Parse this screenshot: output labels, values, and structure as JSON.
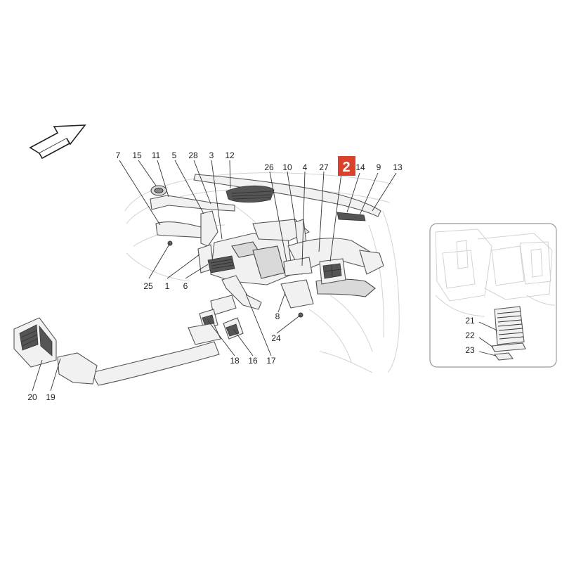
{
  "callouts": [
    {
      "id": "c7",
      "text": "7"
    },
    {
      "id": "c15",
      "text": "15"
    },
    {
      "id": "c11",
      "text": "11"
    },
    {
      "id": "c5",
      "text": "5"
    },
    {
      "id": "c28",
      "text": "28"
    },
    {
      "id": "c3",
      "text": "3"
    },
    {
      "id": "c12",
      "text": "12"
    },
    {
      "id": "c26",
      "text": "26"
    },
    {
      "id": "c10",
      "text": "10"
    },
    {
      "id": "c4",
      "text": "4"
    },
    {
      "id": "c27",
      "text": "27"
    },
    {
      "id": "c14",
      "text": "14"
    },
    {
      "id": "c9",
      "text": "9"
    },
    {
      "id": "c13",
      "text": "13"
    },
    {
      "id": "c25",
      "text": "25"
    },
    {
      "id": "c1",
      "text": "1"
    },
    {
      "id": "c6",
      "text": "6"
    },
    {
      "id": "c8",
      "text": "8"
    },
    {
      "id": "c24",
      "text": "24"
    },
    {
      "id": "c18",
      "text": "18"
    },
    {
      "id": "c16",
      "text": "16"
    },
    {
      "id": "c17",
      "text": "17"
    },
    {
      "id": "c20",
      "text": "20"
    },
    {
      "id": "c19",
      "text": "19"
    },
    {
      "id": "c21",
      "text": "21"
    },
    {
      "id": "c22",
      "text": "22"
    },
    {
      "id": "c23",
      "text": "23"
    }
  ],
  "badge": {
    "text": "2",
    "color": "#d9412b"
  },
  "colors": {
    "line": "#333333",
    "ghost": "#d2d2d2",
    "part_fill": "#f1f1f1"
  }
}
